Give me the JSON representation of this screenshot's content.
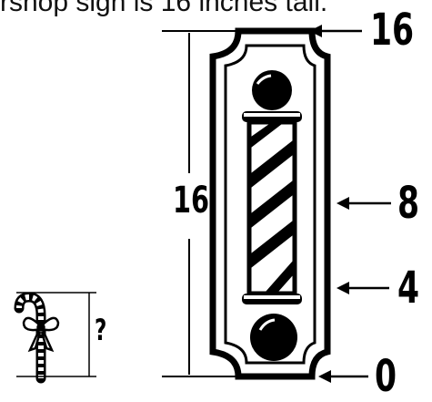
{
  "caption": "rshop sign is 16 inches tall.",
  "labels": {
    "top": "16",
    "mid": "8",
    "quarter": "4",
    "bottom": "0",
    "height": "16",
    "unknown": "?"
  }
}
